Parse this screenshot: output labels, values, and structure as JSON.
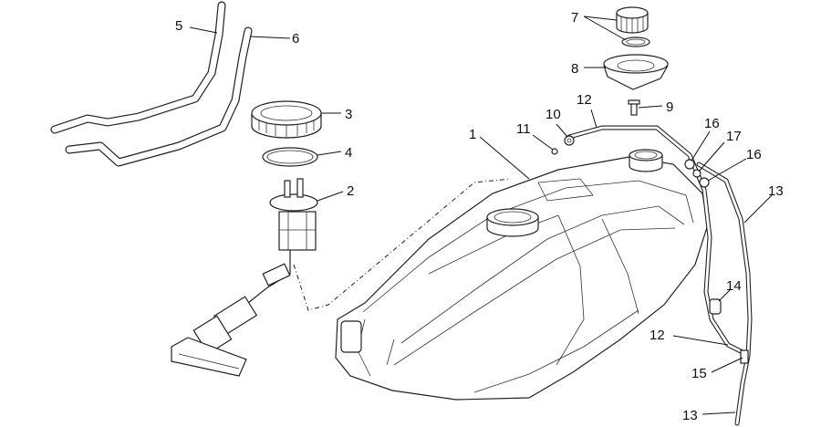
{
  "callouts": {
    "c1": "1",
    "c2": "2",
    "c3": "3",
    "c4": "4",
    "c5": "5",
    "c6": "6",
    "c7": "7",
    "c8": "8",
    "c9": "9",
    "c10": "10",
    "c11": "11",
    "c12a": "12",
    "c12b": "12",
    "c13a": "13",
    "c13b": "13",
    "c14": "14",
    "c15": "15",
    "c16a": "16",
    "c16b": "16",
    "c17": "17"
  }
}
